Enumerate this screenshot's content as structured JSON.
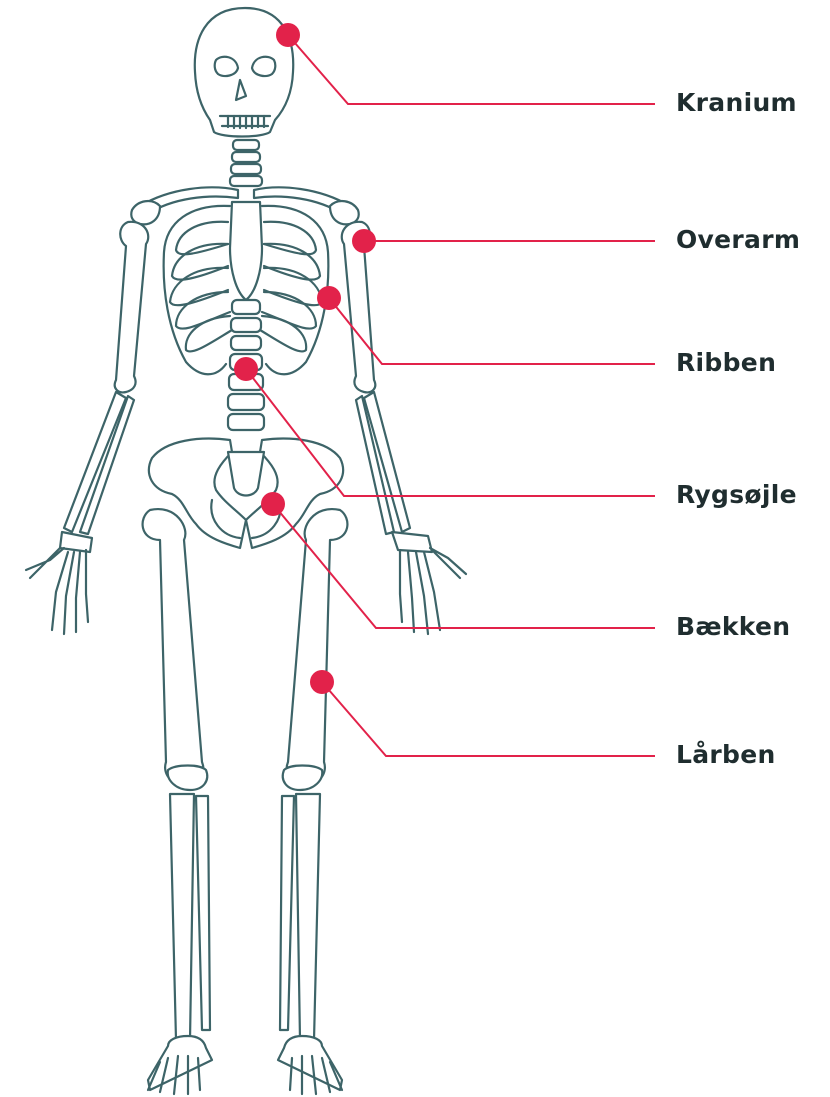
{
  "labels": [
    {
      "id": "kranium",
      "text": "Kranium"
    },
    {
      "id": "overarm",
      "text": "Overarm"
    },
    {
      "id": "ribben",
      "text": "Ribben"
    },
    {
      "id": "rygsojle",
      "text": "Rygsøjle"
    },
    {
      "id": "baekken",
      "text": "Bækken"
    },
    {
      "id": "larben",
      "text": "Lårben"
    }
  ],
  "colors": {
    "outline": "#3d6468",
    "accent": "#e2224a",
    "text": "#1f2d2f"
  }
}
